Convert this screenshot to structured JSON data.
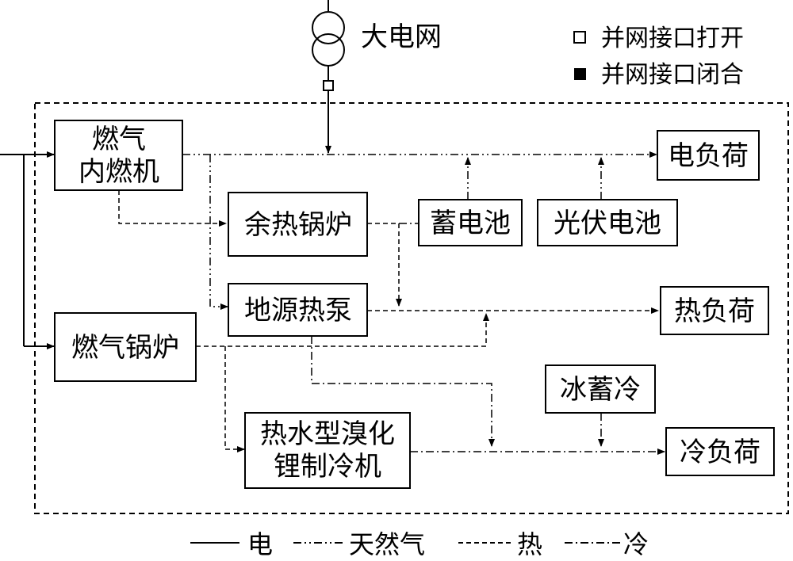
{
  "grid": {
    "label": "大电网"
  },
  "legend_top": {
    "open_label": "并网接口打开",
    "closed_label": "并网接口闭合"
  },
  "nodes": {
    "gas_engine": [
      "燃气",
      "内燃机"
    ],
    "waste_heat_boiler": "余热锅炉",
    "battery": "蓄电池",
    "pv": "光伏电池",
    "electric_load": "电负荷",
    "gshp": "地源热泵",
    "gas_boiler": "燃气锅炉",
    "heat_load": "热负荷",
    "ice_storage": "冰蓄冷",
    "chiller": [
      "热水型溴化",
      "锂制冷机"
    ],
    "cooling_load": "冷负荷"
  },
  "legend_bottom": {
    "electric": "电",
    "gas": "天然气",
    "heat": "热",
    "cold": "冷"
  }
}
